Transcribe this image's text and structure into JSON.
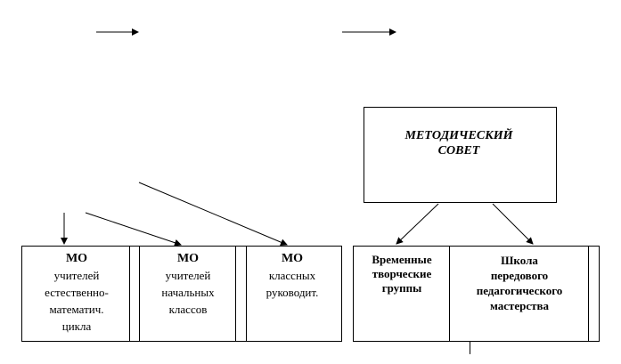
{
  "council": {
    "line1": "МЕТОДИЧЕСКИЙ",
    "line2": "СОВЕТ"
  },
  "mo_science": {
    "head": "МО",
    "line1": "учителей",
    "line2": "естественно-",
    "line3": "математич.",
    "line4": "цикла"
  },
  "mo_primary": {
    "head": "МО",
    "line1": "учителей",
    "line2": "начальных",
    "line3": "классов"
  },
  "mo_class": {
    "head": "МО",
    "line1": "классных",
    "line2": "руководит."
  },
  "temp_groups": {
    "line1": "Временные",
    "line2": "творческие",
    "line3": "группы"
  },
  "school": {
    "line1": "Школа",
    "line2": "передового",
    "line3": "педагогического",
    "line4": "мастерства"
  }
}
